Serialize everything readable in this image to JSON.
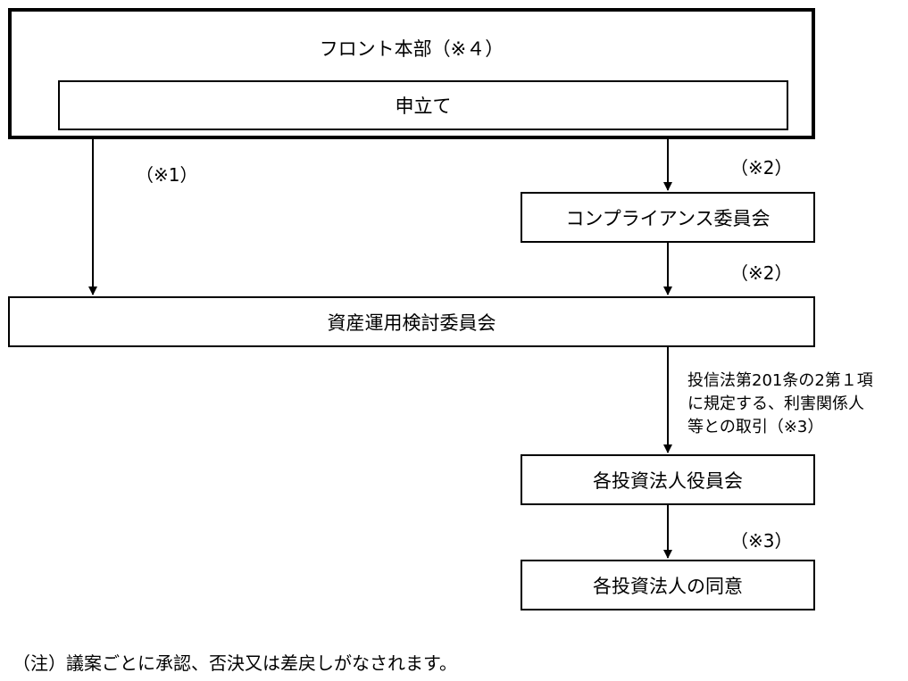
{
  "front": {
    "title": "フロント本部（※４）",
    "inner": "申立て"
  },
  "labels": {
    "note1": "（※1）",
    "note2a": "（※2）",
    "note2b": "（※2）",
    "note3b": "（※3）"
  },
  "boxes": {
    "compliance": "コンプライアンス委員会",
    "review": "資産運用検討委員会",
    "board": "各投資法人役員会",
    "consent": "各投資法人の同意"
  },
  "note3": {
    "line1": "投信法第201条の2第１項",
    "line2": "に規定する、利害関係人",
    "line3": "等との取引（※3）"
  },
  "footnote": "（注）議案ごとに承認、否決又は差戻しがなされます。"
}
